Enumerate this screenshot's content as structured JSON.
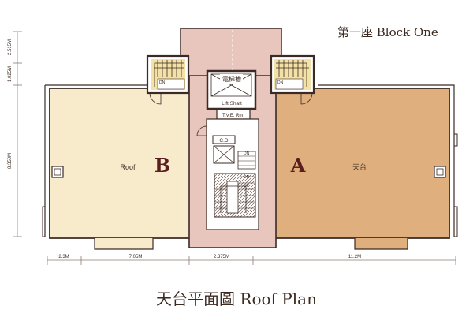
{
  "header": {
    "block_title": "第一座 Block One"
  },
  "footer": {
    "caption": "天台平面圖 Roof Plan"
  },
  "units": {
    "a": {
      "letter": "A",
      "label": "天台"
    },
    "b": {
      "letter": "B",
      "label": "Roof"
    }
  },
  "core": {
    "lift_shaft_cn": "電梯槽",
    "lift_shaft_en": "Lift Shaft",
    "tve_room": "T.V.E. Rm.",
    "cd": "C.D",
    "stair_dn": "DN",
    "stair_up": "UP"
  },
  "dimensions": {
    "horizontal": [
      "2.3M",
      "7.05M",
      "2.375M",
      "11.2M"
    ],
    "vertical": [
      "2.515M",
      "1.025M",
      "8.350M"
    ]
  },
  "colors": {
    "unit_a": "#dfb07e",
    "unit_b": "#f8ebcc",
    "core": "#e9c6bd",
    "stair": "#f3e2a6",
    "wall": "#3b2a25"
  }
}
